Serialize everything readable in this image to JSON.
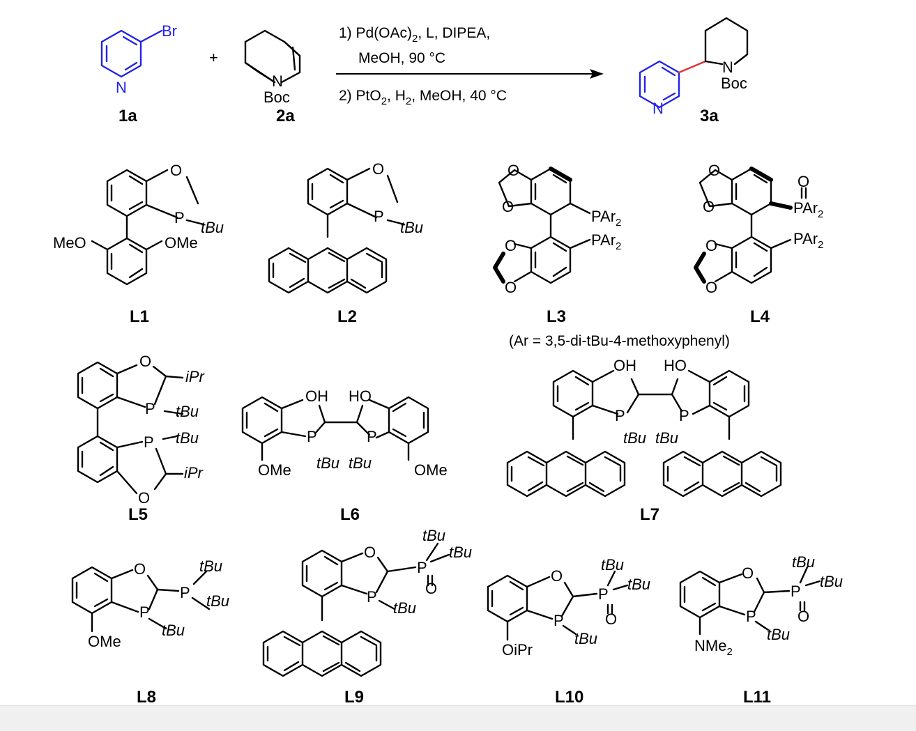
{
  "scheme": {
    "reactant_1": {
      "id": "1a",
      "substituent": "Br",
      "ring_atom": "N"
    },
    "reactant_2": {
      "id": "2a",
      "ring_atom": "N",
      "protecting_group": "Boc"
    },
    "plus": "+",
    "conditions": {
      "step_1": {
        "prefix": "1) Pd(OAc)",
        "sub": "2",
        "suffix": ", L, DIPEA,",
        "line2": "MeOH, 90 °C"
      },
      "step_2": {
        "prefix": "2) PtO",
        "sub1": "2",
        "mid": ", H",
        "sub2": "2",
        "suffix": ", MeOH, 40 °C"
      }
    },
    "product": {
      "id": "3a",
      "ring_atom": "N",
      "protecting_group": "Boc"
    }
  },
  "ligands": [
    {
      "id": "L1",
      "labels": {
        "o": "O",
        "p": "P",
        "tbu": "tBu",
        "ome_left": "MeO",
        "ome_right": "OMe"
      }
    },
    {
      "id": "L2",
      "labels": {
        "o": "O",
        "p": "P",
        "tbu": "tBu"
      }
    },
    {
      "id": "L3",
      "labels": {
        "o": "O",
        "par2": "PAr",
        "sub": "2"
      }
    },
    {
      "id": "L4",
      "labels": {
        "o": "O",
        "par2": "PAr",
        "sub": "2",
        "oxo": "O"
      }
    },
    {
      "id": "L5",
      "labels": {
        "o": "O",
        "p": "P",
        "tbu": "tBu",
        "ipr": "iPr"
      }
    },
    {
      "id": "L6",
      "labels": {
        "o": "O",
        "h": "H",
        "p": "P",
        "tbu": "tBu",
        "ome": "OMe"
      }
    },
    {
      "id": "L7",
      "labels": {
        "o": "O",
        "h": "H",
        "p": "P",
        "tbu": "tBu"
      }
    },
    {
      "id": "L8",
      "labels": {
        "o": "O",
        "p": "P",
        "tbu": "tBu",
        "ome": "OMe"
      }
    },
    {
      "id": "L9",
      "labels": {
        "o": "O",
        "p": "P",
        "tbu": "tBu"
      }
    },
    {
      "id": "L10",
      "labels": {
        "o": "O",
        "p": "P",
        "tbu": "tBu",
        "oipr": "OiPr"
      }
    },
    {
      "id": "L11",
      "labels": {
        "o": "O",
        "p": "P",
        "tbu": "tBu",
        "nme2": "NMe",
        "sub": "2"
      }
    }
  ],
  "ar_note": "(Ar = 3,5-di-tBu-4-methoxyphenyl)",
  "colors": {
    "pyridine": "#2323e6",
    "new_bond": "#e03030",
    "bonds": "#000000"
  }
}
